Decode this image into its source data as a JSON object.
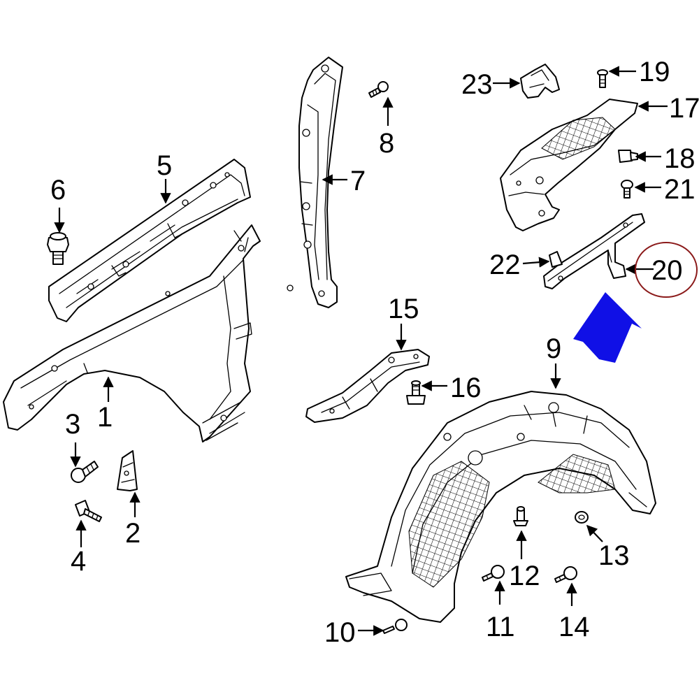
{
  "callouts": {
    "c1": "1",
    "c2": "2",
    "c3": "3",
    "c4": "4",
    "c5": "5",
    "c6": "6",
    "c7": "7",
    "c8": "8",
    "c9": "9",
    "c10": "10",
    "c11": "11",
    "c12": "12",
    "c13": "13",
    "c14": "14",
    "c15": "15",
    "c16": "16",
    "c17": "17",
    "c18": "18",
    "c19": "19",
    "c20": "20",
    "c21": "21",
    "c22": "22",
    "c23": "23"
  },
  "highlight": {
    "circle_color": "#8b1a1a",
    "arrow_color": "#1010e6",
    "highlighted_part": "20"
  }
}
